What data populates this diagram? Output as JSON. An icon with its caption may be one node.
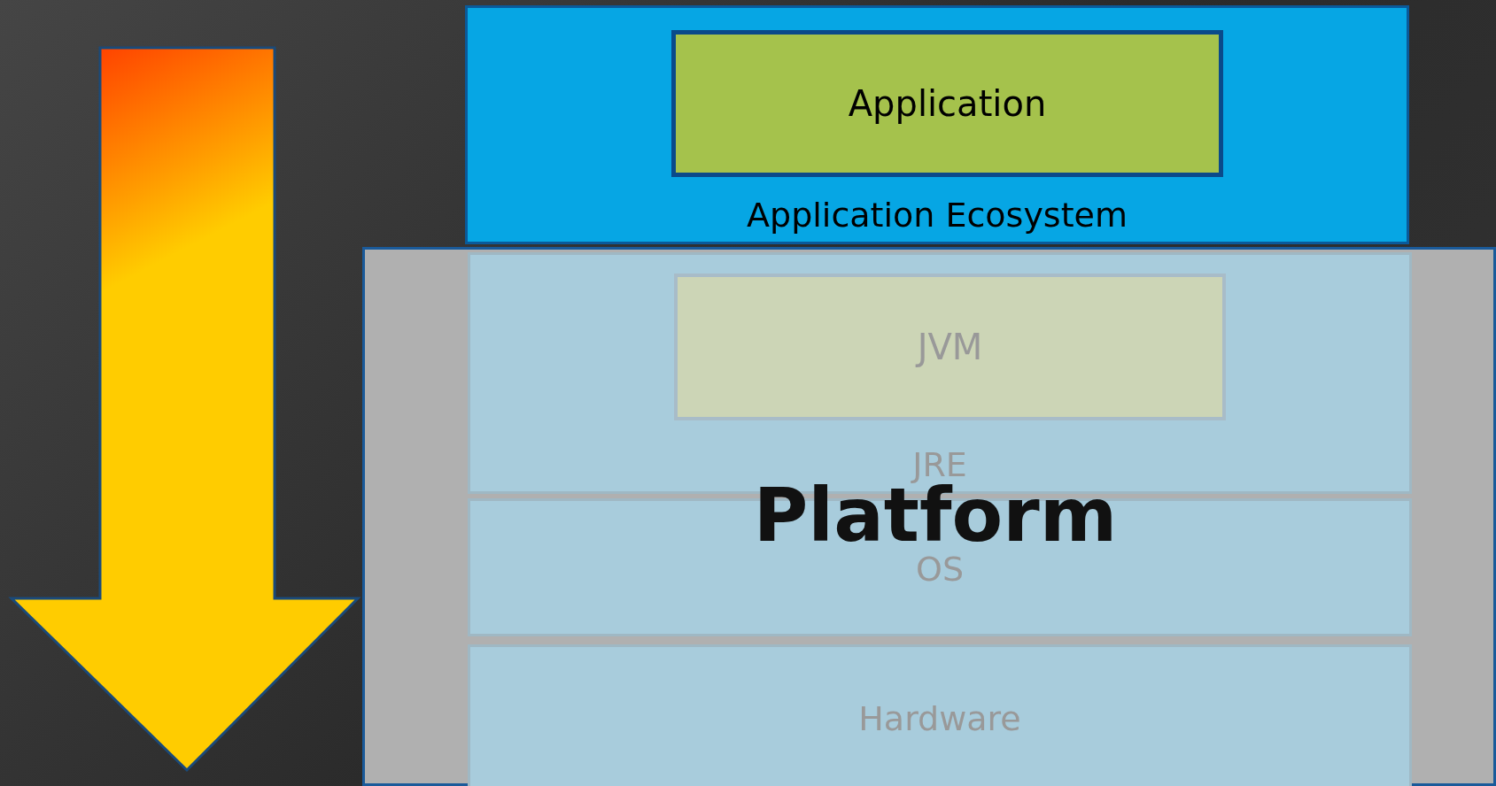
{
  "diagram": {
    "nodes": [
      {
        "text": [
          "Application Ecosystem"
        ]
      },
      {
        "text": [
          "Application"
        ],
        "in": 0
      },
      {
        "text": [],
        "shape": "box"
      },
      {
        "text": [
          "JRE"
        ],
        "in": 2
      },
      {
        "text": [
          "JVM"
        ],
        "in": 3
      },
      {
        "text": [
          "OS"
        ],
        "in": 2
      },
      {
        "text": [
          "Hardware"
        ],
        "in": 2
      }
    ],
    "labels": [
      "Platform"
    ]
  }
}
